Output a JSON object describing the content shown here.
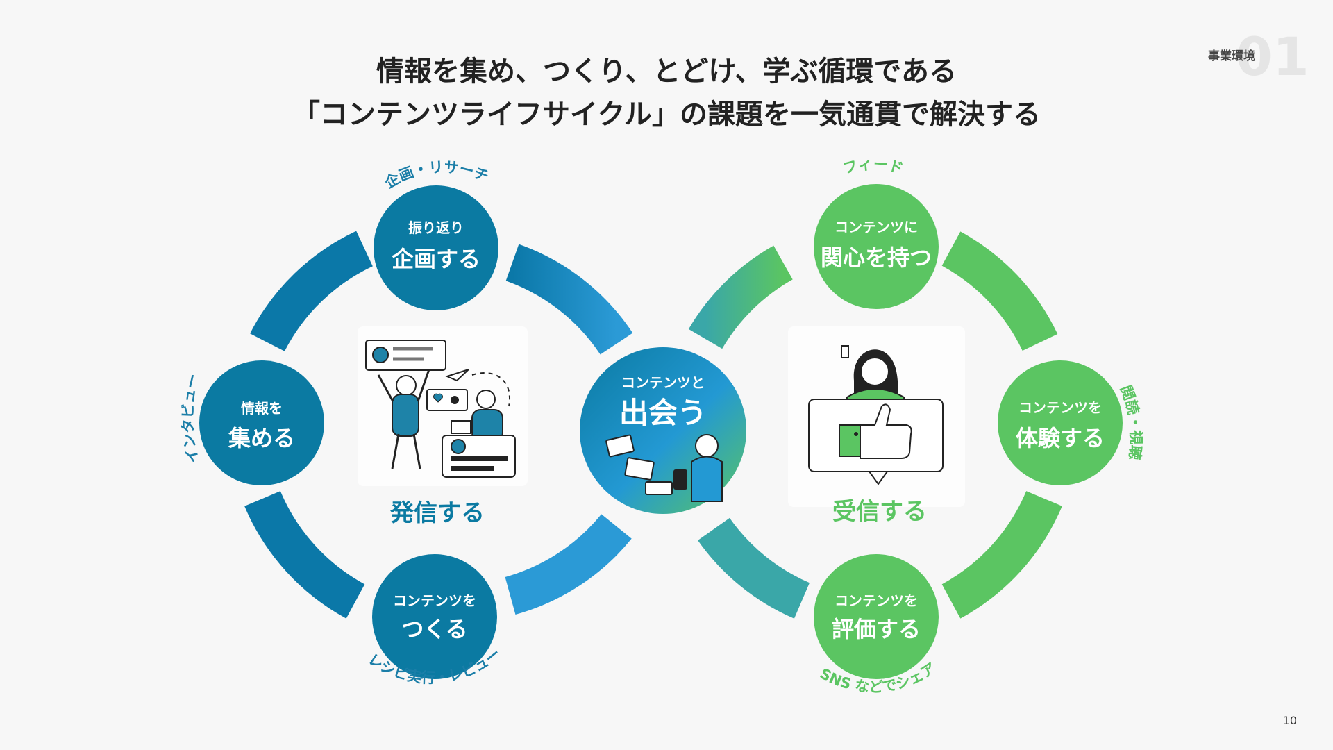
{
  "header": {
    "title_line1": "情報を集め、つくり、とどけ、学ぶ循環である",
    "title_line2": "「コンテンツライフサイクル」の課題を一気通貫で解決する",
    "section_label": "事業環境",
    "section_number": "01"
  },
  "left_loop": {
    "label": "発信する",
    "nodes": {
      "top": {
        "small": "振り返り",
        "big": "企画する"
      },
      "left": {
        "small": "情報を",
        "big": "集める"
      },
      "bottom": {
        "small": "コンテンツを",
        "big": "つくる"
      }
    },
    "arc_labels": {
      "top": "企画・リサーチ",
      "left": "インタビュー",
      "bottom": "レシピ実行・レビュー"
    }
  },
  "center_node": {
    "small": "コンテンツと",
    "big": "出会う"
  },
  "right_loop": {
    "label": "受信する",
    "nodes": {
      "top": {
        "small": "コンテンツに",
        "big": "関心を持つ"
      },
      "right": {
        "small": "コンテンツを",
        "big": "体験する"
      },
      "bottom": {
        "small": "コンテンツを",
        "big": "評価する"
      }
    },
    "arc_labels": {
      "top": "フィード",
      "right": "閲読・視聴",
      "bottom": "SNS などでシェア"
    }
  },
  "colors": {
    "blue_dark": "#0b7aa2",
    "blue_mid": "#2399d3",
    "green": "#5bc562",
    "teal": "#3aa7a8"
  },
  "page_number": "10"
}
